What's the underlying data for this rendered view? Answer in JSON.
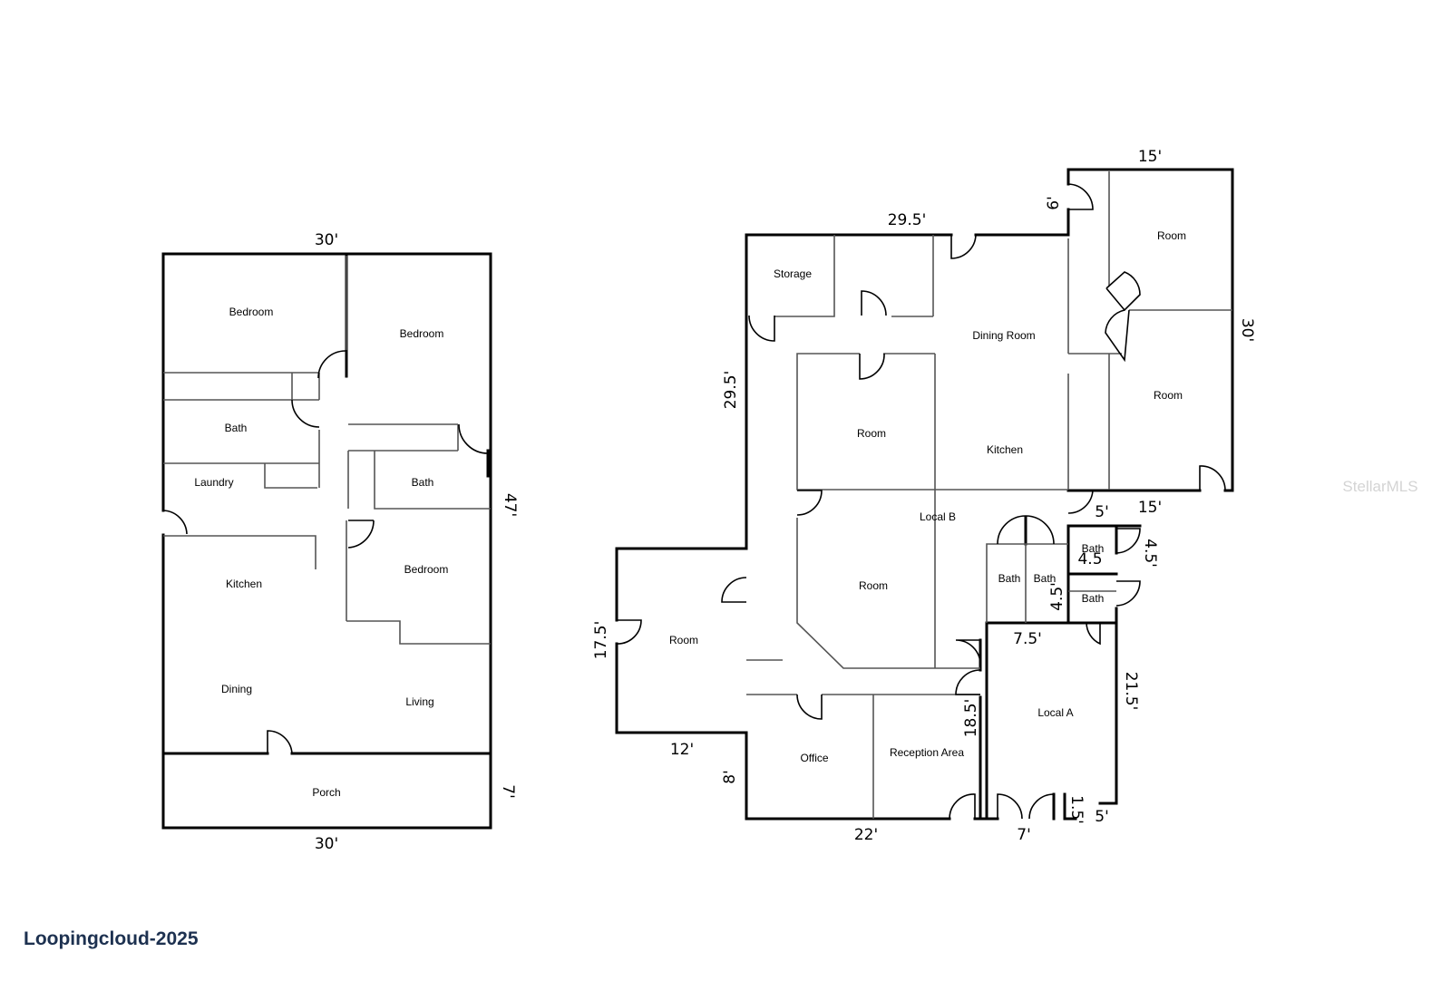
{
  "plan_left": {
    "rooms": [
      "Bedroom",
      "Bedroom",
      "Bath",
      "Laundry",
      "Bath",
      "Bedroom",
      "Kitchen",
      "Dining",
      "Living",
      "Porch"
    ],
    "dims": [
      "30'",
      "47'",
      "7'",
      "30'"
    ]
  },
  "plan_right": {
    "rooms": [
      "Storage",
      "Dining Room",
      "Room",
      "Room",
      "Room",
      "Kitchen",
      "Local B",
      "Room",
      "Bath",
      "Bath",
      "Bath",
      "Bath",
      "Room",
      "Local A",
      "Office",
      "Reception Area"
    ],
    "dims": [
      "29.5'",
      "15'",
      "6'",
      "30'",
      "29.5'",
      "15'",
      "5'",
      "4.5'",
      "4.5",
      "4.5'",
      "17.5'",
      "7.5'",
      "21.5'",
      "18.5'",
      "12'",
      "8'",
      "22'",
      "7'",
      "1.5'",
      "5'"
    ]
  },
  "watermark": "StellarMLS",
  "brand": "Loopingcloud-2025"
}
